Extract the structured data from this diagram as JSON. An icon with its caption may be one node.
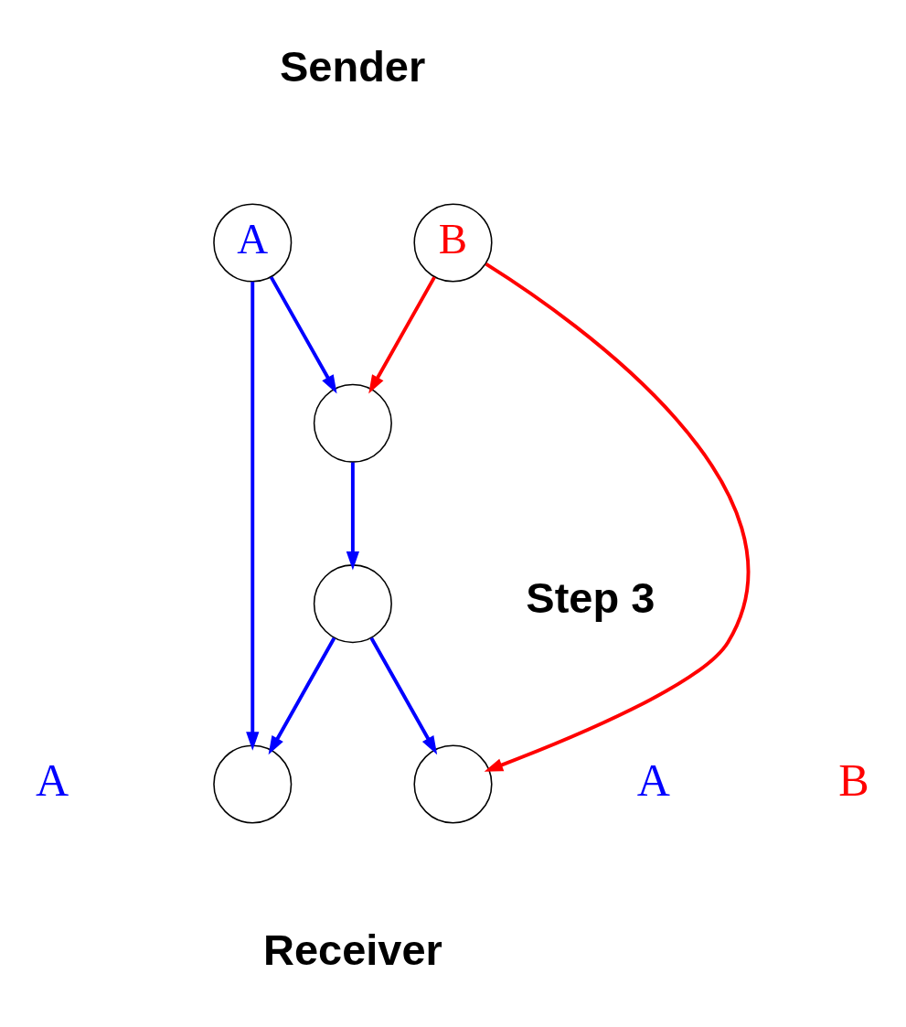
{
  "diagram": {
    "nodes": [
      {
        "text": [
          "A"
        ]
      },
      {
        "text": [
          "B"
        ]
      },
      {
        "text": [],
        "shape": "circle"
      },
      {
        "text": [],
        "shape": "circle"
      },
      {
        "text": [],
        "shape": "circle",
        "beside": [
          "A"
        ]
      },
      {
        "text": [],
        "shape": "circle",
        "beside": [
          "A",
          "B"
        ]
      }
    ],
    "edges": [
      {
        "from": 0,
        "to": 4,
        "arrow": "to"
      },
      {
        "from": 0,
        "to": 2,
        "arrow": "to"
      },
      {
        "from": 1,
        "to": 2,
        "arrow": "to",
        "color": "#ff0000"
      },
      {
        "from": 1,
        "to": 5,
        "arrow": "to",
        "color": "#ff0000"
      },
      {
        "from": 2,
        "to": 3,
        "arrow": "to"
      },
      {
        "from": 3,
        "to": 4,
        "arrow": "to"
      },
      {
        "from": 3,
        "to": 5,
        "arrow": "to"
      }
    ],
    "labels": [
      "Sender",
      "Step 3",
      "Receiver"
    ]
  }
}
